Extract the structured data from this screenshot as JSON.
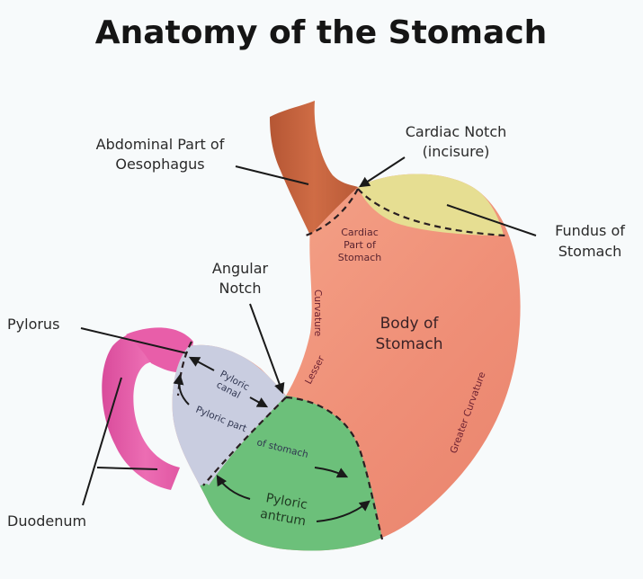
{
  "title": "Anatomy of the Stomach",
  "colors": {
    "background": "#f7fafb",
    "oesophagus": "#c8653f",
    "body": "#f0957c",
    "fundus": "#e6de92",
    "pyloric_canal": "#c9cde0",
    "pyloric_antrum": "#6cc07a",
    "duodenum": "#e35aa6"
  },
  "labels": {
    "abdominal_oesophagus": [
      "Abdominal Part of",
      "Oesophagus"
    ],
    "cardiac_notch": [
      "Cardiac Notch",
      "(incisure)"
    ],
    "fundus": [
      "Fundus of",
      "Stomach"
    ],
    "cardiac_part": [
      "Cardiac",
      "Part of",
      "Stomach"
    ],
    "angular_notch": [
      "Angular",
      "Notch"
    ],
    "body": [
      "Body of",
      "Stomach"
    ],
    "pylorus": "Pylorus",
    "duodenum": "Duodenum",
    "lesser_curvature": [
      "Lesser",
      "Curvature"
    ],
    "greater_curvature": "Greater Curvature",
    "pyloric_canal": [
      "Pyloric",
      "canal"
    ],
    "pyloric_part": [
      "Pyloric part",
      "of stomach"
    ],
    "pyloric_antrum": [
      "Pyloric",
      "antrum"
    ]
  }
}
